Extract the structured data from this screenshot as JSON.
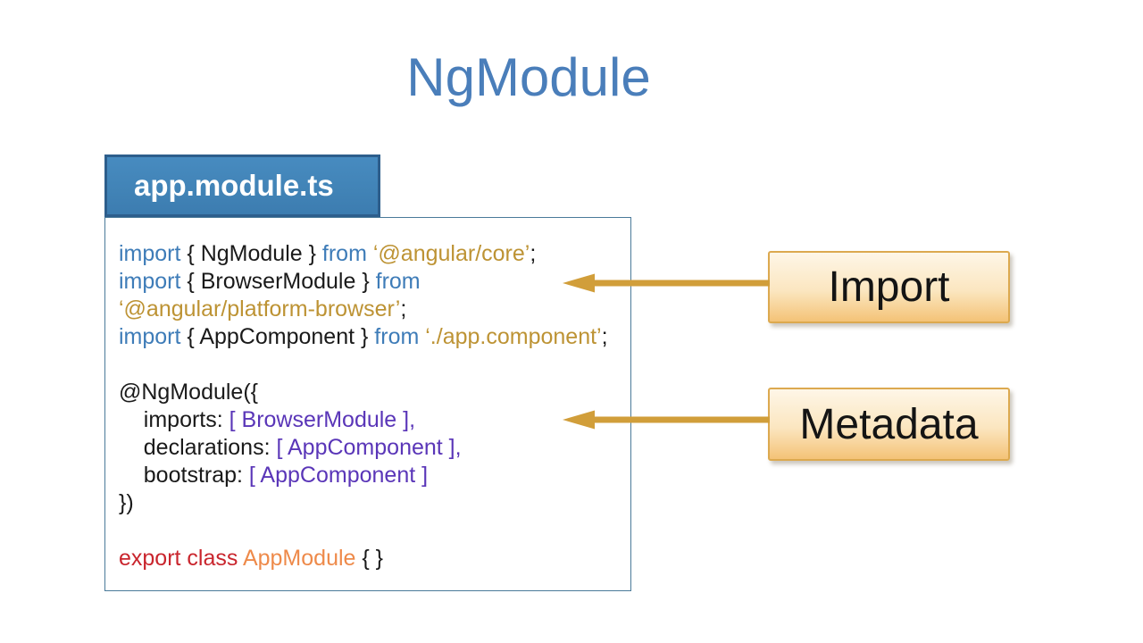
{
  "slide": {
    "title": "NgModule"
  },
  "code_panel": {
    "tab_label": "app.module.ts",
    "lines": [
      [
        [
          "kw",
          "import "
        ],
        [
          "pl",
          "{ NgModule } "
        ],
        [
          "kw",
          "from "
        ],
        [
          "str",
          "‘@angular/core’"
        ],
        [
          "pl",
          ";"
        ]
      ],
      [
        [
          "kw",
          "import "
        ],
        [
          "pl",
          "{ BrowserModule } "
        ],
        [
          "kw",
          "from"
        ]
      ],
      [
        [
          "str",
          "‘@angular/platform-browser’"
        ],
        [
          "pl",
          ";"
        ]
      ],
      [
        [
          "kw",
          "import "
        ],
        [
          "pl",
          "{ AppComponent } "
        ],
        [
          "kw",
          "from "
        ],
        [
          "str",
          "‘./app.component’"
        ],
        [
          "pl",
          ";"
        ]
      ],
      [],
      [
        [
          "pl",
          "@NgModule({"
        ]
      ],
      [
        [
          "pl",
          "    imports: "
        ],
        [
          "arr",
          "[ BrowserModule ],"
        ]
      ],
      [
        [
          "pl",
          "    declarations: "
        ],
        [
          "arr",
          "[ AppComponent ],"
        ]
      ],
      [
        [
          "pl",
          "    bootstrap: "
        ],
        [
          "arr",
          "[ AppComponent ]"
        ]
      ],
      [
        [
          "pl",
          "})"
        ]
      ],
      [],
      [
        [
          "exp",
          "export class "
        ],
        [
          "cls",
          "AppModule "
        ],
        [
          "pl",
          "{ }"
        ]
      ]
    ]
  },
  "callouts": [
    {
      "label": "Import"
    },
    {
      "label": "Metadata"
    }
  ],
  "colors": {
    "title": "#4A7EBA",
    "tab_bg": "#4183B6",
    "tab_border": "#2D5E8C",
    "code_border": "#4A7A99",
    "keyword": "#3E7CB8",
    "string": "#BD9334",
    "plain": "#1A1A1A",
    "array": "#5A36B8",
    "export": "#C9252D",
    "classname": "#EE8A4A",
    "arrow": "#D19E3A",
    "callout_border": "#DCA94F",
    "callout_grad_top": "#FEF6E7",
    "callout_grad_bottom": "#F4C377"
  }
}
